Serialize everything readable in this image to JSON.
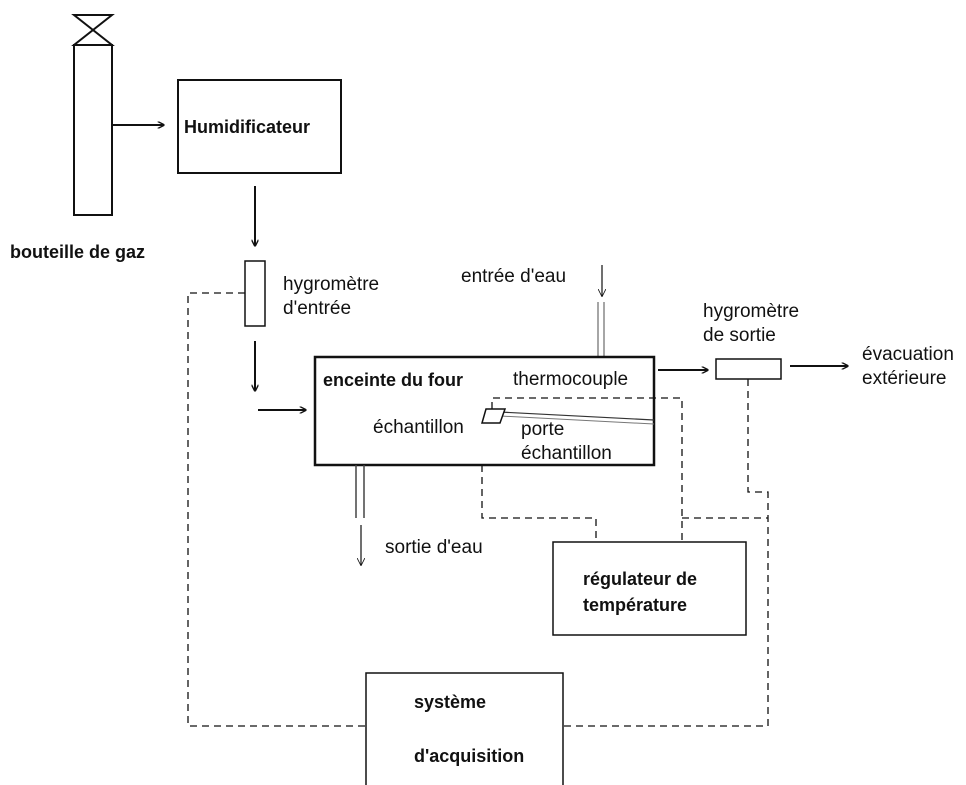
{
  "labels": {
    "gas_bottle": "bouteille de gaz",
    "humidifier": "Humidificateur",
    "inlet_hygrometer": [
      "hygromètre",
      "d'entrée"
    ],
    "water_inlet": "entrée d'eau",
    "outlet_hygrometer": [
      "hygromètre",
      "de sortie"
    ],
    "exhaust": [
      "évacuation",
      "extérieure"
    ],
    "furnace_chamber": "enceinte du four",
    "thermocouple": "thermocouple",
    "sample": "échantillon",
    "sample_holder": [
      "porte",
      "échantillon"
    ],
    "water_outlet": "sortie d'eau",
    "temperature_controller": [
      "régulateur de",
      "température"
    ],
    "acquisition_system": [
      "système",
      "d'acquisition"
    ]
  }
}
